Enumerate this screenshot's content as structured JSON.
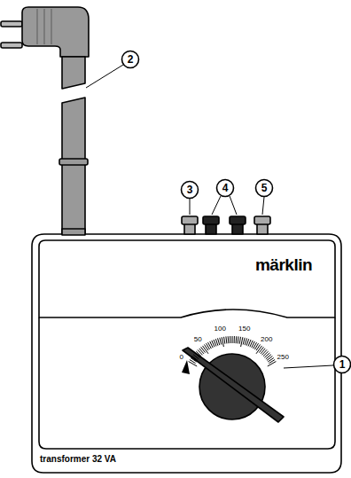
{
  "diagram": {
    "labels": [
      "1",
      "2",
      "3",
      "4",
      "5",
      "0",
      "50",
      "100",
      "150",
      "200",
      "250",
      "märklin",
      "transformer 32 VA"
    ]
  }
}
